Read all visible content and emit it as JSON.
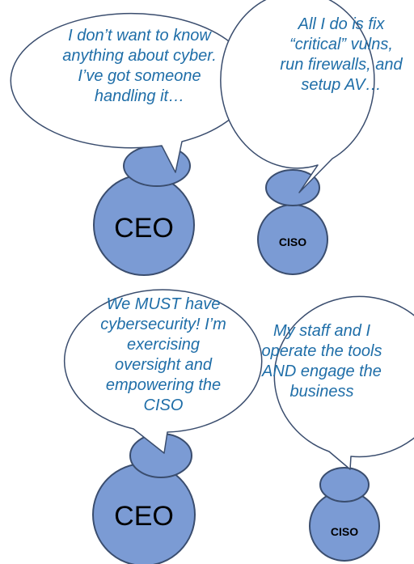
{
  "colors": {
    "fill": "#7b9bd4",
    "outline": "#3a4d6e",
    "bubble_fill": "#ffffff",
    "bubble_outline": "#3a4d6e",
    "quote_text": "#1f6ea8",
    "role_text": "#000000"
  },
  "panels": [
    {
      "ceo": {
        "quote": "I don’t want to know anything about cyber. I’ve got someone handling it…",
        "label": "CEO"
      },
      "ciso": {
        "quote": "All I do is fix “critical” vulns, run firewalls, and setup AV…",
        "label": "CISO"
      }
    },
    {
      "ceo": {
        "quote": "We MUST have cybersecurity! I’m exercising oversight and empowering the CISO",
        "label": "CEO"
      },
      "ciso": {
        "quote": "My staff and I operate the tools AND engage the business",
        "label": "CISO"
      }
    }
  ]
}
